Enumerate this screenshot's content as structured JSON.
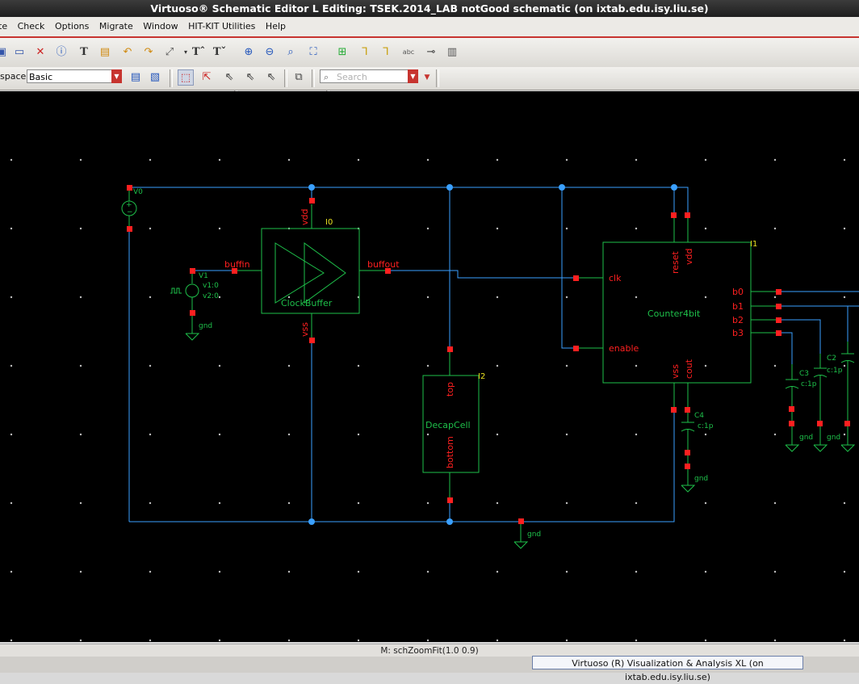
{
  "window": {
    "title": "Virtuoso® Schematic Editor L Editing: TSEK.2014_LAB notGood schematic (on ixtab.edu.isy.liu.se)"
  },
  "menu": {
    "items": [
      "te",
      "Check",
      "Options",
      "Migrate",
      "Window",
      "HIT-KIT Utilities",
      "Help"
    ]
  },
  "toolbar2": {
    "workspace_label": "space:",
    "workspace_value": "Basic",
    "search_placeholder": "Search"
  },
  "schematic": {
    "instances": {
      "clockbuffer": {
        "inst": "I0",
        "name": "ClockBuffer",
        "pin_in": "buffin",
        "pin_out": "buffout",
        "pin_vdd": "vdd",
        "pin_vss": "vss"
      },
      "counter": {
        "inst": "I1",
        "name": "Counter4bit",
        "pin_clk": "clk",
        "pin_enable": "enable",
        "pin_reset": "reset",
        "pin_vdd": "vdd",
        "pin_vss": "vss",
        "pin_cout": "cout",
        "pins_b": [
          "b0",
          "b1",
          "b2",
          "b3"
        ]
      },
      "decap": {
        "inst": "I2",
        "name": "DecapCell",
        "pin_top": "top",
        "pin_bottom": "bottom"
      }
    },
    "sources": {
      "v0": {
        "name": "V0"
      },
      "v1": {
        "name": "V1",
        "param1": "v1:0",
        "param2": "v2:0"
      }
    },
    "caps": {
      "c4": {
        "name": "C4",
        "value": "c:1p"
      },
      "c3": {
        "name": "C3",
        "value": "c:1p"
      },
      "c2": {
        "name": "C2",
        "value": "c:1p"
      }
    },
    "gnd_label": "gnd"
  },
  "status": {
    "text": "M: schZoomFit(1.0 0.9)"
  },
  "tooltip": {
    "text": "Virtuoso (R) Visualization & Analysis XL (on ixtab.edu.isy.liu.se)"
  },
  "colors": {
    "canvas_bg": "#000000",
    "wire": "#3aa0ff",
    "instance": "#1ec04a",
    "pin": "#ff2020",
    "instance_label": "#e8e020",
    "menu_accent": "#c7342f"
  }
}
